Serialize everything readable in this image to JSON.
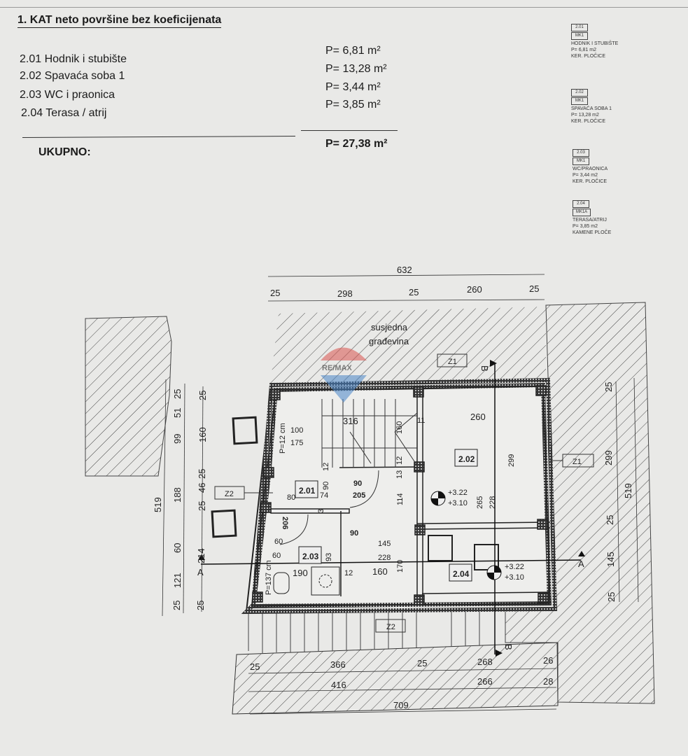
{
  "header": {
    "title": "1. KAT neto površine bez koeficijenata"
  },
  "rooms": [
    {
      "name": "2.01 Hodnik i stubište",
      "area": "P=  6,81 m²"
    },
    {
      "name": "2.02 Spavaća soba 1",
      "area": "P= 13,28 m²"
    },
    {
      "name": "2.03 WC i praonica",
      "area": "P=  3,44 m²"
    },
    {
      "name": "2.04 Terasa / atrij",
      "area": "P=  3,85 m²"
    }
  ],
  "total": {
    "label": "UKUPNO:",
    "area": "P= 27,38 m²"
  },
  "legend": [
    {
      "code": "2.01",
      "finish_code": "MK1",
      "name": "HODNIK I STUBIŠTE",
      "area": "P= 6,81 m2",
      "finish": "KER. PLOČICE"
    },
    {
      "code": "2.02",
      "finish_code": "MK1",
      "name": "SPAVAĆA SOBA 1",
      "area": "P= 13,28 m2",
      "finish": "KER. PLOČICE"
    },
    {
      "code": "2.03",
      "finish_code": "MK1",
      "name": "WC/PRAONICA",
      "area": "P= 3,44 m2",
      "finish": "KER. PLOČICE"
    },
    {
      "code": "2.04",
      "finish_code": "MK1A",
      "name": "TERASA/ATRIJ",
      "area": "P= 3,85 m2",
      "finish": "KAMENE PLOČE"
    }
  ],
  "plan": {
    "neighbor_label_1": "susjedna",
    "neighbor_label_2": "građevina",
    "watermark": "RE/MAX",
    "room_tags": [
      "2.01",
      "2.02",
      "2.03",
      "2.04"
    ],
    "wall_tags": [
      "Z1",
      "Z1",
      "Z2",
      "Z2"
    ],
    "section_marks": [
      "A",
      "A",
      "B",
      "B"
    ],
    "levels": [
      "+3.22",
      "+3.10",
      "+3.22",
      "+3.10"
    ],
    "dims_top": [
      "632",
      "25",
      "298",
      "25",
      "260",
      "25"
    ],
    "dims_left_outer": [
      "519"
    ],
    "dims_left_mid": [
      "25",
      "51",
      "99",
      "188",
      "60",
      "121",
      "25"
    ],
    "dims_left_inner": [
      "25",
      "160",
      "25",
      "46",
      "25",
      "214",
      "25"
    ],
    "dims_right_inner": [
      "25",
      "299",
      "25",
      "145",
      "25"
    ],
    "dims_right_outer": [
      "519"
    ],
    "dims_bottom_1": [
      "25",
      "366",
      "25",
      "268",
      "26"
    ],
    "dims_bottom_2": [
      "416",
      "266",
      "28"
    ],
    "dims_bottom_3": [
      "709"
    ],
    "dims_interior": [
      "316",
      "260",
      "100",
      "175",
      "P=12 cm",
      "90",
      "205",
      "80",
      "74",
      "90",
      "12",
      "13",
      "12",
      "160",
      "11",
      "114",
      "299",
      "265",
      "228",
      "90",
      "206",
      "60",
      "60",
      "93",
      "145",
      "228",
      "170",
      "190",
      "12",
      "160",
      "P=137 cm",
      "3"
    ]
  }
}
